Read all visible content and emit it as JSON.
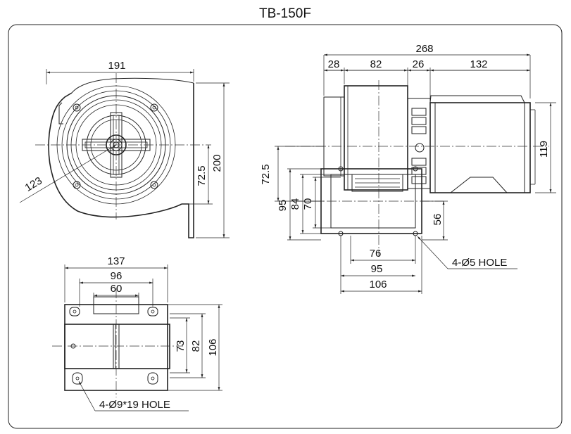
{
  "title": "TB-150F",
  "front_view": {
    "dims": {
      "width": "191",
      "height": "200",
      "center_height": "72.5",
      "radius": "123"
    }
  },
  "side_view": {
    "dims": {
      "overall": "268",
      "a": "28",
      "b": "82",
      "c": "26",
      "d": "132",
      "height": "119",
      "center_height": "72.5",
      "h95": "95",
      "h84": "84",
      "h70": "70",
      "h56": "56",
      "w76": "76",
      "w95": "95",
      "w106": "106"
    },
    "hole_note": "4-Ø5 HOLE"
  },
  "base_view": {
    "dims": {
      "w137": "137",
      "w96": "96",
      "w60": "60",
      "h73": "73",
      "h82": "82",
      "h106": "106"
    },
    "hole_note": "4-Ø9*19 HOLE"
  }
}
